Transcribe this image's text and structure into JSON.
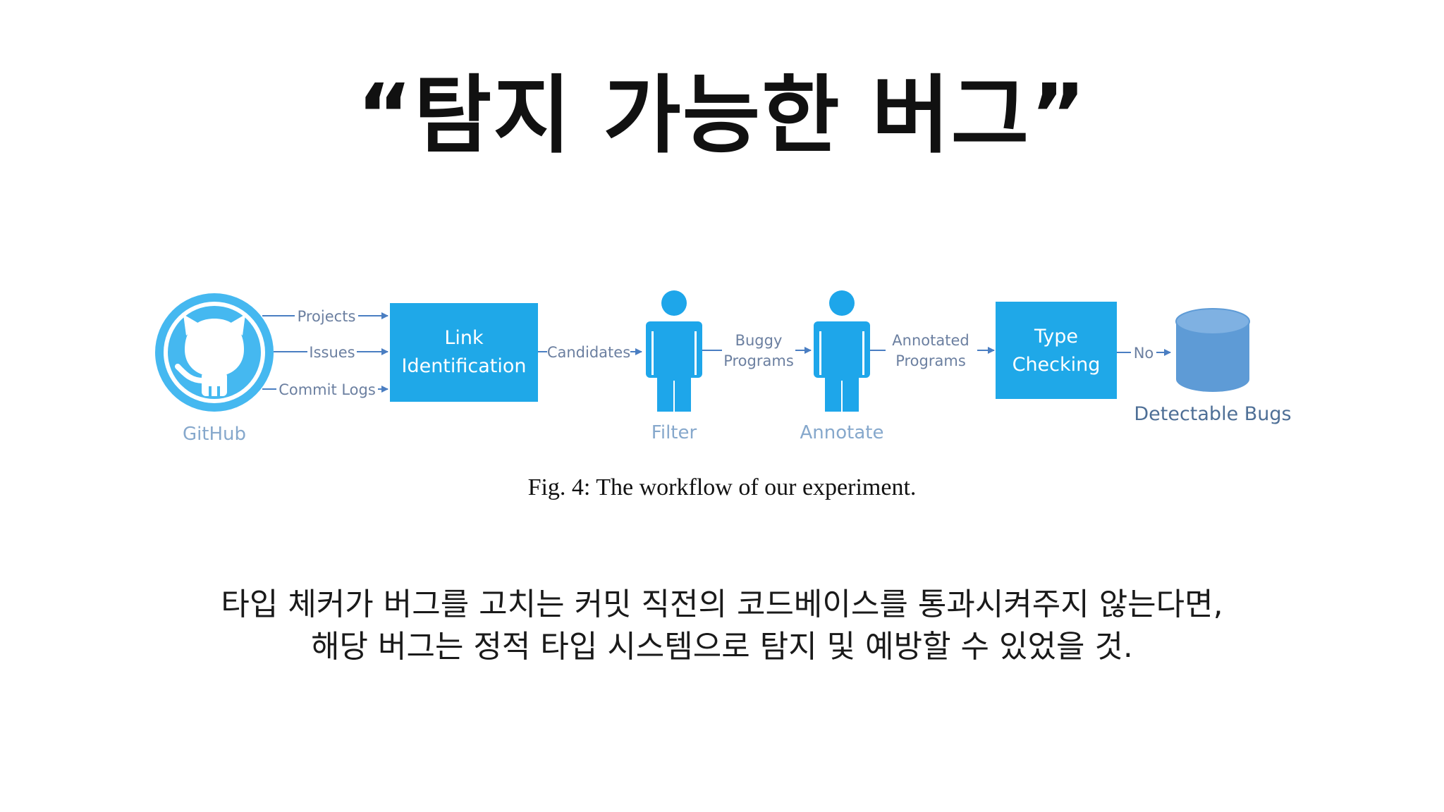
{
  "slide": {
    "title": "“탐지 가능한 버그”",
    "body_lines": [
      "타입 체커가 버그를 고치는 커밋 직전의 코드베이스를 통과시켜주지 않는다면,",
      "해당 버그는 정적 타입 시스템으로 탐지 및 예방할 수 있었을 것."
    ]
  },
  "figure": {
    "caption": "Fig. 4: The workflow of our experiment.",
    "nodes": {
      "github": "GitHub",
      "link_identification": [
        "Link",
        "Identification"
      ],
      "filter": "Filter",
      "annotate": "Annotate",
      "type_checking": [
        "Type",
        "Checking"
      ],
      "detectable_bugs": "Detectable Bugs"
    },
    "edges": {
      "projects": "Projects",
      "issues": "Issues",
      "commit_logs": "Commit Logs",
      "candidates": "Candidates",
      "buggy_programs": [
        "Buggy",
        "Programs"
      ],
      "annotated_programs": [
        "Annotated",
        "Programs"
      ],
      "no": "No"
    },
    "colors": {
      "box_fill": "#1fa8e8",
      "box_text": "#ffffff",
      "github_blue": "#45b8f0",
      "person_blue": "#1ea6ea",
      "cylinder_fill": "#5e9bd6",
      "edge_color": "#4a7ec2",
      "label_gray": "#6b7fa0",
      "node_label": "#86a8cc"
    },
    "icons": [
      "github-octocat-icon",
      "person-icon",
      "database-cylinder-icon"
    ]
  }
}
